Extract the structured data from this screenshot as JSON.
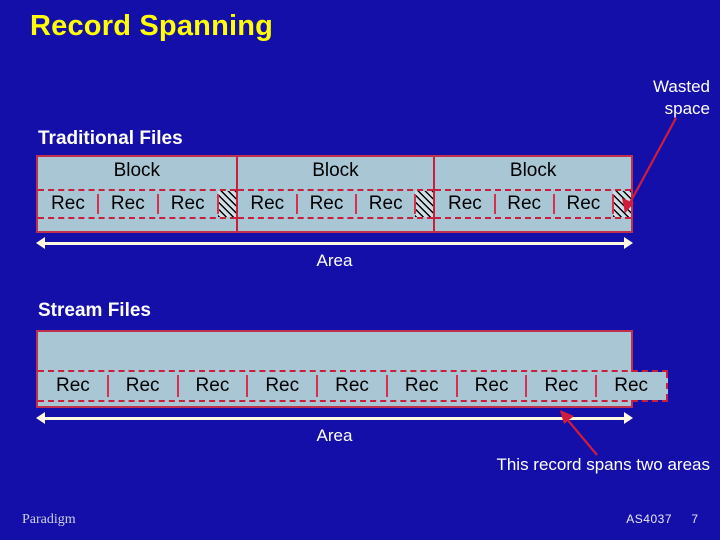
{
  "slide": {
    "title": "Record Spanning",
    "background_color": "#140fa8",
    "title_color": "#ffff00",
    "box_fill_color": "#a8c6d4",
    "box_border_color": "#c0304c",
    "record_border_color": "#c8203c",
    "pointer_color": "#d01c3c",
    "measure_color": "#fdf8e0"
  },
  "callouts": {
    "wasted_space": "Wasted\nspace",
    "wasted_space_line1": "Wasted",
    "wasted_space_line2": "space",
    "span_note": "This record spans two areas"
  },
  "traditional": {
    "heading": "Traditional Files",
    "area_label": "Area",
    "blocks": [
      {
        "label": "Block",
        "records": [
          "Rec",
          "Rec",
          "Rec"
        ],
        "wasted_cell": "wasted-space-hatch"
      },
      {
        "label": "Block",
        "records": [
          "Rec",
          "Rec",
          "Rec"
        ],
        "wasted_cell": "wasted-space-hatch"
      },
      {
        "label": "Block",
        "records": [
          "Rec",
          "Rec",
          "Rec"
        ],
        "wasted_cell": "wasted-space-hatch"
      }
    ]
  },
  "stream": {
    "heading": "Stream Files",
    "area_label": "Area",
    "records": [
      "Rec",
      "Rec",
      "Rec",
      "Rec",
      "Rec",
      "Rec",
      "Rec",
      "Rec",
      "Rec"
    ],
    "overflow_record_index": 8
  },
  "footer": {
    "brand": "Paradigm",
    "code": "AS4037",
    "page": "7"
  }
}
